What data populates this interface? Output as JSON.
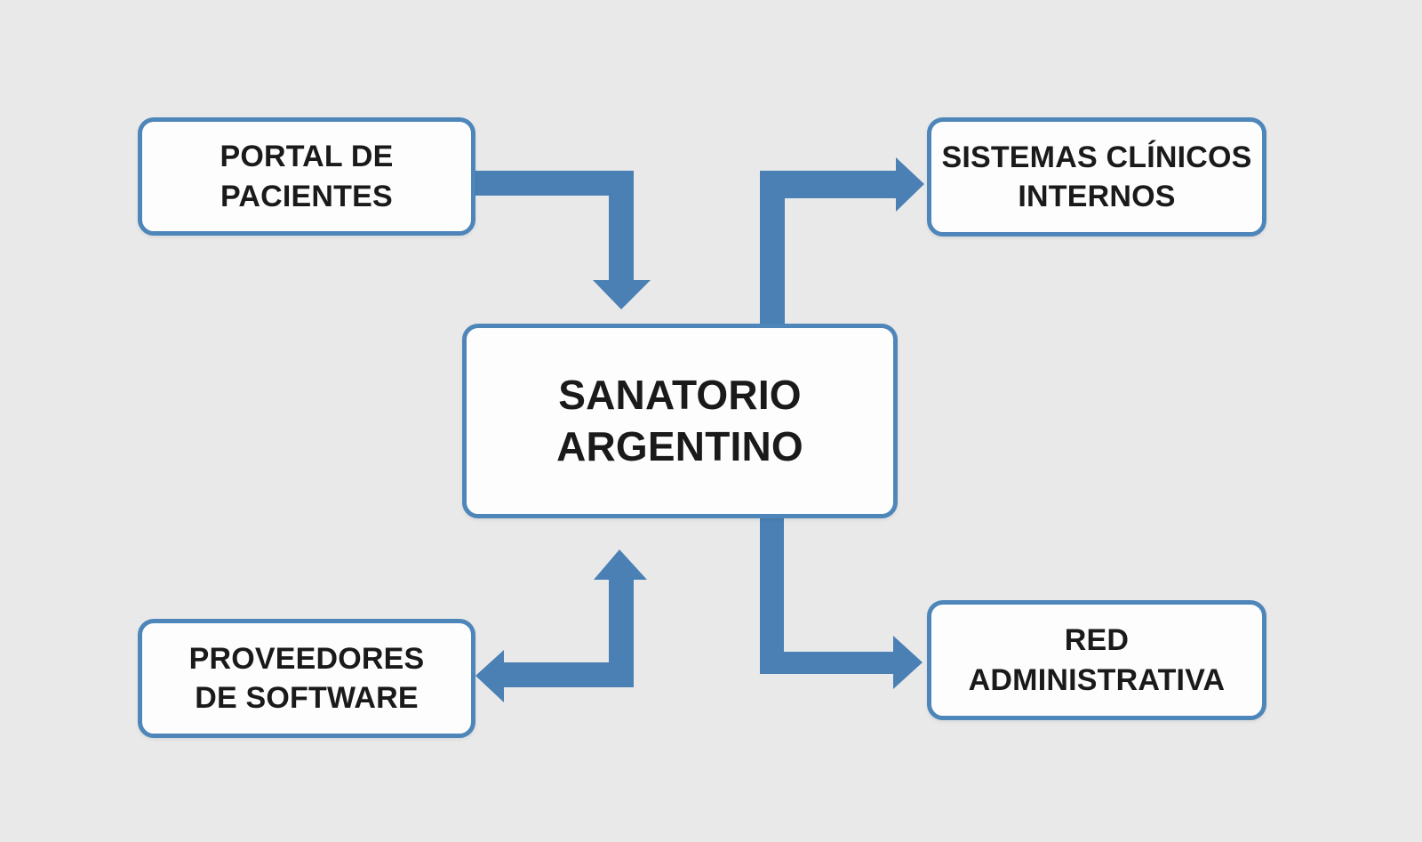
{
  "diagram": {
    "type": "flowchart",
    "title": "",
    "nodes": [
      {
        "id": "portal",
        "label": "PORTAL DE\nPACIENTES"
      },
      {
        "id": "sistemas",
        "label": "SISTEMAS CLÍNICOS\nINTERNOS"
      },
      {
        "id": "sanatorio",
        "label": "SANATORIO\nARGENTINO"
      },
      {
        "id": "proveedores",
        "label": "PROVEEDORES\nDE SOFTWARE"
      },
      {
        "id": "red",
        "label": "RED\nADMINISTRATIVA"
      }
    ],
    "edges": [
      {
        "from": "portal",
        "to": "sanatorio",
        "shape": "elbow-right-then-down",
        "arrowheads": [
          "down"
        ]
      },
      {
        "from": "sanatorio",
        "to": "sistemas",
        "shape": "elbow-up-then-right",
        "arrowheads": [
          "right"
        ]
      },
      {
        "from": "sanatorio",
        "to": "proveedores",
        "shape": "elbow-down-then-left",
        "arrowheads": [
          "up",
          "left"
        ]
      },
      {
        "from": "sanatorio",
        "to": "red",
        "shape": "elbow-down-then-right",
        "arrowheads": [
          "right"
        ]
      }
    ],
    "colors": {
      "accent": "#4a80b4",
      "node_border": "#4e86ba",
      "node_fill": "#fdfdfd",
      "text": "#1a1a1a",
      "background": "#e9e9e9"
    }
  }
}
